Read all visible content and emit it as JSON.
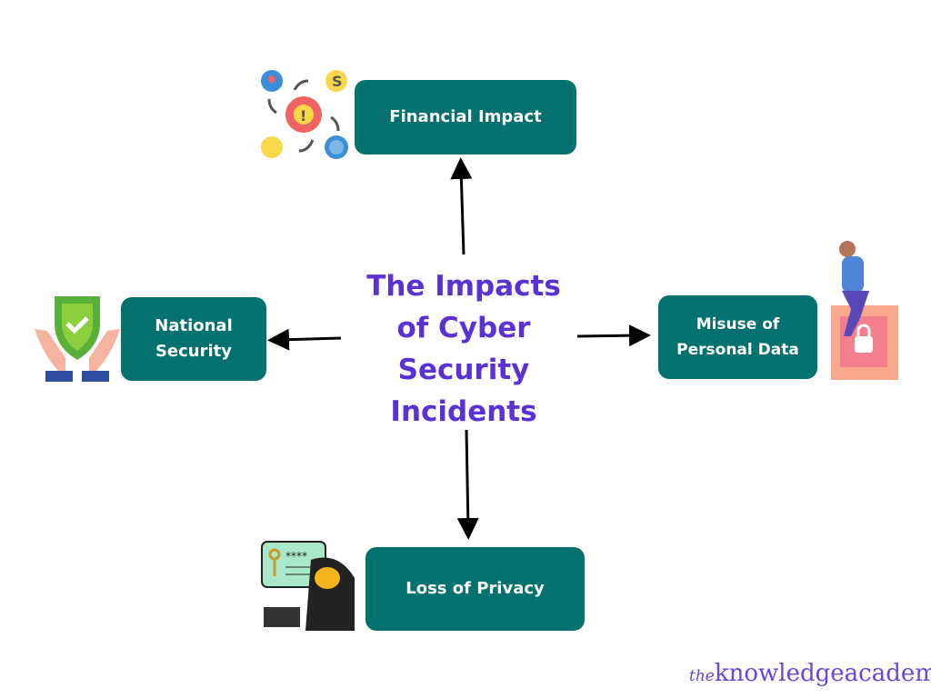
{
  "title": "The Impacts of Cyber Security Incidents",
  "title_lines": [
    "The Impacts",
    "of Cyber",
    "Security",
    "Incidents"
  ],
  "nodes": {
    "financial": "Financial Impact",
    "national": [
      "National",
      "Security"
    ],
    "misuse": [
      "Misuse of",
      "Personal Data"
    ],
    "privacy": "Loss of Privacy"
  },
  "logo": {
    "prefix": "the",
    "name": "knowledgeacademy"
  },
  "colors": {
    "box": "#03716d",
    "title": "#5a32d4"
  }
}
